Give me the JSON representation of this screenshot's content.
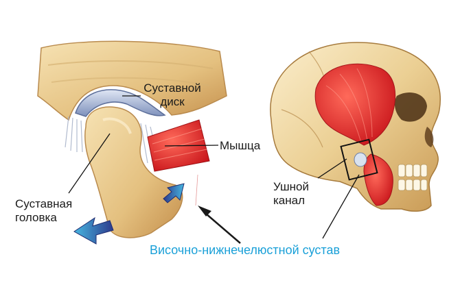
{
  "labels": {
    "disc_line1": "Суставной",
    "disc_line2": "диск",
    "muscle": "Мышца",
    "head_line1": "Суставная",
    "head_line2": "головка",
    "ear_line1": "Ушной",
    "ear_line2": "канал"
  },
  "caption": "Височно-нижнечелюстной сустав",
  "colors": {
    "caption": "#1aa0d8",
    "bone": "#e8c98c",
    "bone_shadow": "#c99a55",
    "muscle": "#e01e1e",
    "disc": "#8fa3c9",
    "arrow": "#2a3b8f"
  }
}
